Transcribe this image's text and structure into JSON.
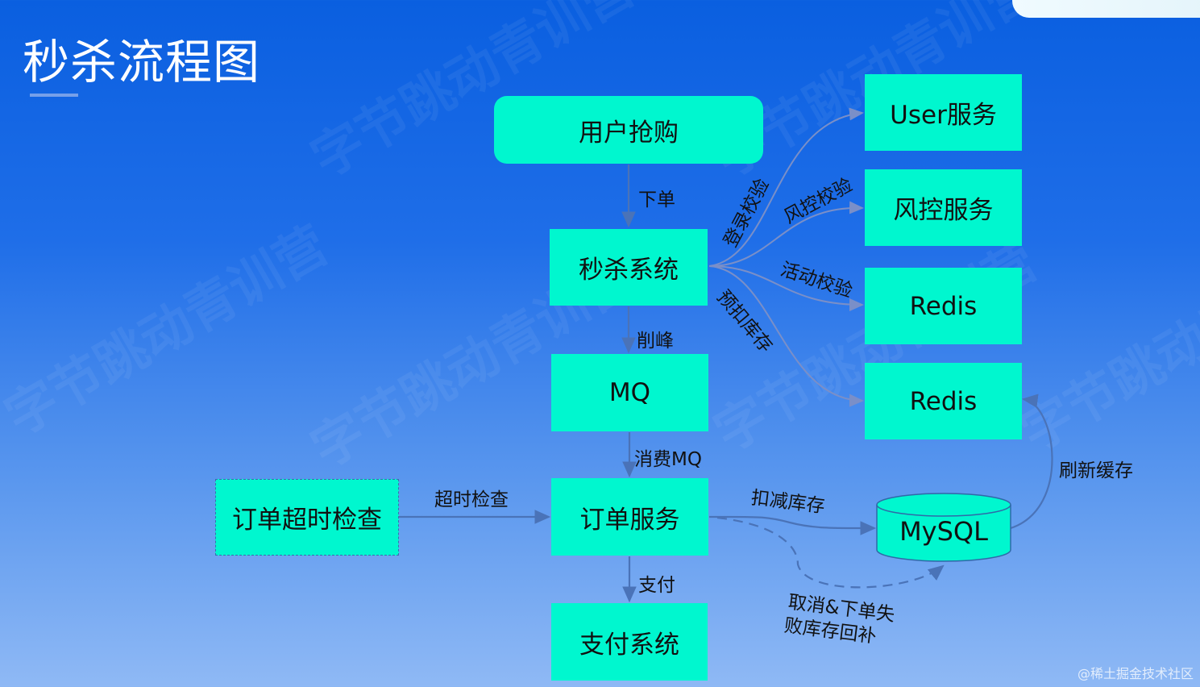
{
  "title": "秒杀流程图",
  "watermark_text": "字节跳动青训营",
  "credit": "@稀土掘金技术社区",
  "colors": {
    "node_fill": "#00f7cf",
    "edge": "#4a73b8",
    "background_top": "#0a5fe0",
    "background_bottom": "#8fb9f5"
  },
  "nodes": {
    "user_rush": "用户抢购",
    "seckill_system": "秒杀系统",
    "mq": "MQ",
    "order_service": "订单服务",
    "payment_system": "支付系统",
    "order_timeout_check": "订单超时检查",
    "user_service": "User服务",
    "risk_service": "风控服务",
    "redis_1": "Redis",
    "redis_2": "Redis",
    "mysql": "MySQL"
  },
  "edges": {
    "place_order": "下单",
    "peak_shaving": "削峰",
    "consume_mq": "消费MQ",
    "pay": "支付",
    "timeout_check": "超时检查",
    "login_check": "登录校验",
    "risk_check": "风控校验",
    "activity_check": "活动校验",
    "pre_deduct_stock": "预扣库存",
    "deduct_stock": "扣减库存",
    "refresh_cache": "刷新缓存",
    "restore_stock_line1": "取消&下单失",
    "restore_stock_line2": "败库存回补"
  }
}
